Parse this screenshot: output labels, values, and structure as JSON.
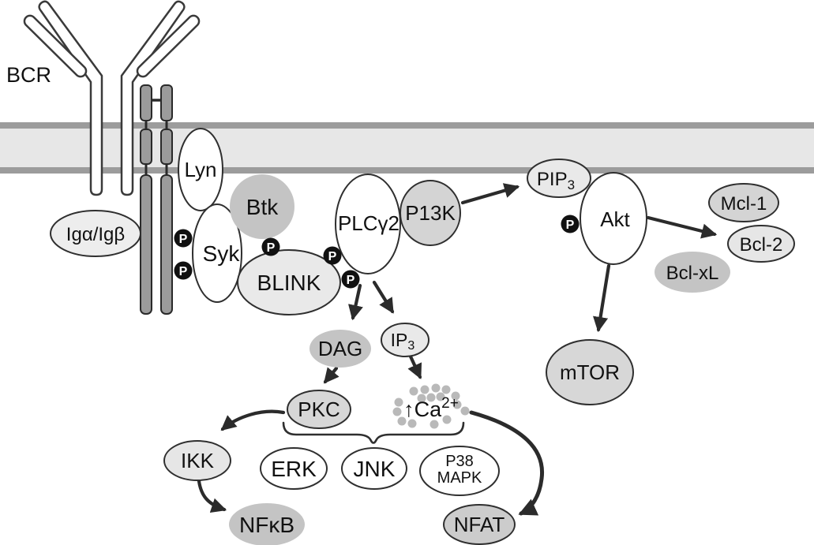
{
  "title": "BCR signaling pathway diagram",
  "labels": {
    "bcr": "BCR"
  },
  "nodes": {
    "iga_igb": {
      "label": "Igα/Igβ"
    },
    "lyn": {
      "label": "Lyn"
    },
    "syk": {
      "label": "Syk"
    },
    "btk": {
      "label": "Btk"
    },
    "blink": {
      "label": "BLINK"
    },
    "plcg2": {
      "label": "PLCγ2"
    },
    "p13k": {
      "label": "P13K"
    },
    "pip3": {
      "base": "PIP",
      "sub": "3"
    },
    "akt": {
      "label": "Akt"
    },
    "mcl1": {
      "label": "Mcl-1"
    },
    "bcl2": {
      "label": "Bcl-2"
    },
    "bclxl": {
      "label": "Bcl-xL"
    },
    "mtor": {
      "label": "mTOR"
    },
    "dag": {
      "label": "DAG"
    },
    "ip3": {
      "base": "IP",
      "sub": "3"
    },
    "pkc": {
      "label": "PKC"
    },
    "ca": {
      "base": "↑Ca",
      "sup": "2+"
    },
    "erk": {
      "label": "ERK"
    },
    "jnk": {
      "label": "JNK"
    },
    "p38": {
      "line1": "P38",
      "line2": "MAPK"
    },
    "ikk": {
      "label": "IKK"
    },
    "nfkb": {
      "label": "NFκB"
    },
    "nfat": {
      "label": "NFAT"
    }
  },
  "phospho": {
    "label": "P",
    "count": 6,
    "sites": [
      "Syk",
      "Syk",
      "BLINK",
      "PLCγ2",
      "PLCγ2",
      "Akt"
    ]
  },
  "edges": [
    {
      "from": "P13K",
      "to": "PIP3"
    },
    {
      "from": "PLCγ2",
      "to": "DAG"
    },
    {
      "from": "PLCγ2",
      "to": "IP3"
    },
    {
      "from": "DAG",
      "to": "PKC"
    },
    {
      "from": "IP3",
      "to": "Ca2+"
    },
    {
      "from": "PKC",
      "to": "IKK"
    },
    {
      "from": "IKK",
      "to": "NFκB"
    },
    {
      "from": "Ca2+",
      "to": "NFAT"
    },
    {
      "from": "Akt",
      "to": "Bcl-2"
    },
    {
      "from": "Akt",
      "to": "mTOR"
    }
  ],
  "brace_group": {
    "groups": [
      "PKC",
      "Ca2+"
    ],
    "over": [
      "ERK",
      "JNK",
      "P38 MAPK"
    ]
  },
  "colors": {
    "node_white": "#ffffff",
    "node_light_gray": "#e9e9e9",
    "node_mid_gray": "#d4d4d4",
    "node_dark_gray": "#c4c4c4",
    "outline": "#2f2f2f",
    "membrane_band": "#e7e7e7",
    "membrane_line": "#9c9c9c",
    "arrow": "#2b2b2b",
    "phospho_bg": "#111111",
    "phospho_text": "#ffffff",
    "ca_dots": "#b9b9b9",
    "receptor_chain": "#9b9b9b"
  }
}
